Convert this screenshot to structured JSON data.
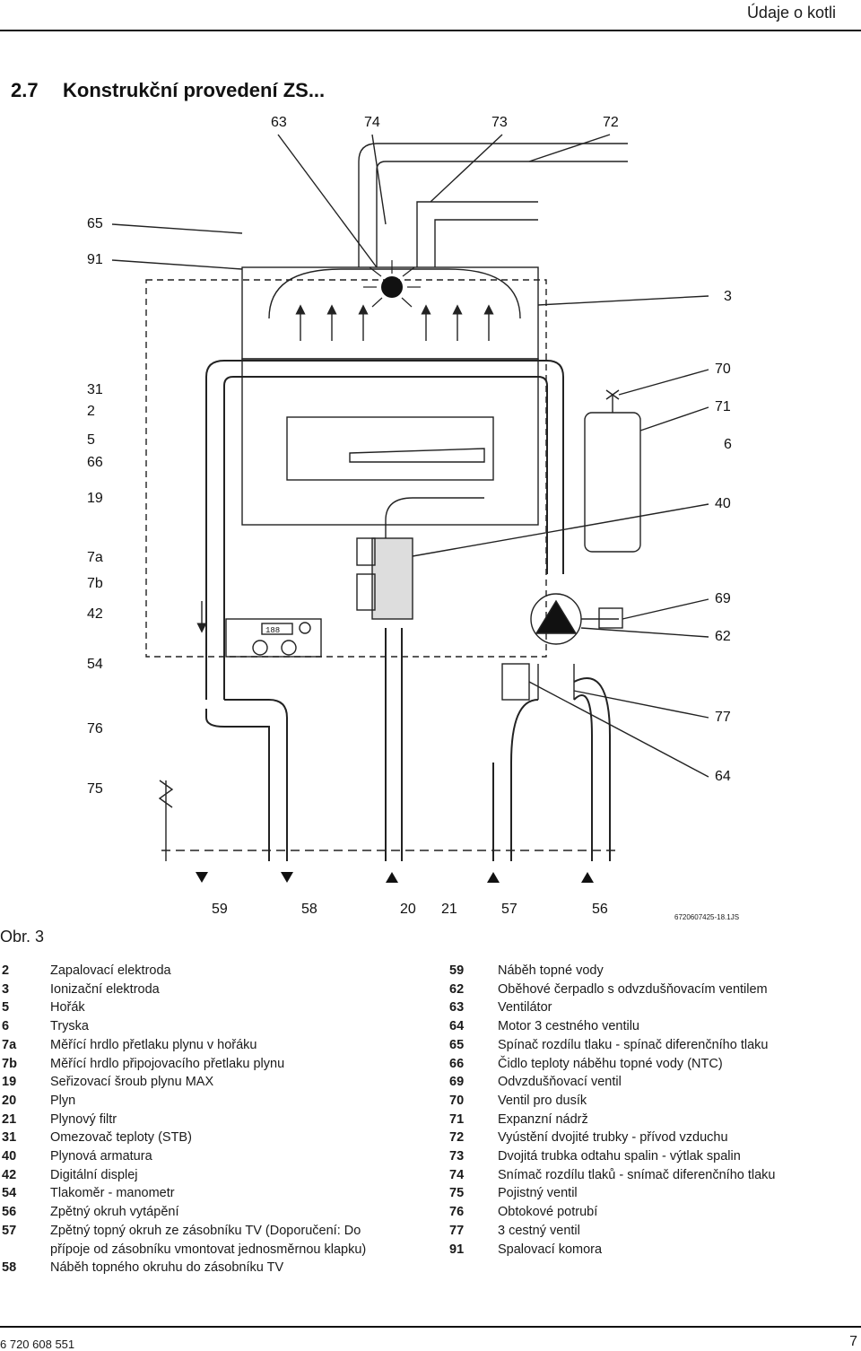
{
  "header": {
    "chapter": "Údaje o kotli"
  },
  "section": {
    "number": "2.7",
    "title": "Konstrukční provedení ZS..."
  },
  "figure": {
    "caption": "Obr. 3",
    "doc_id": "6720607425-18.1JS",
    "top_labels": [
      "63",
      "74",
      "73",
      "72"
    ],
    "left_labels": [
      "65",
      "91",
      "31",
      "2",
      "5",
      "66",
      "19",
      "7a",
      "7b",
      "42",
      "54",
      "76",
      "75"
    ],
    "right_labels": [
      "3",
      "70",
      "71",
      "6",
      "40",
      "69",
      "62",
      "77",
      "64"
    ],
    "bottom_labels": [
      "59",
      "58",
      "20",
      "21",
      "57",
      "56"
    ],
    "display_text": "188"
  },
  "legend_left": [
    {
      "num": "2",
      "text": "Zapalovací elektroda"
    },
    {
      "num": "3",
      "text": "Ionizační elektroda"
    },
    {
      "num": "5",
      "text": "Hořák"
    },
    {
      "num": "6",
      "text": "Tryska"
    },
    {
      "num": "7a",
      "text": "Měřící hrdlo přetlaku plynu v hořáku"
    },
    {
      "num": "7b",
      "text": "Měřící hrdlo připojovacího přetlaku plynu"
    },
    {
      "num": "19",
      "text": "Seřizovací šroub plynu MAX"
    },
    {
      "num": "20",
      "text": "Plyn"
    },
    {
      "num": "21",
      "text": "Plynový filtr"
    },
    {
      "num": "31",
      "text": "Omezovač teploty (STB)"
    },
    {
      "num": "40",
      "text": "Plynová armatura"
    },
    {
      "num": "42",
      "text": "Digitální displej"
    },
    {
      "num": "54",
      "text": "Tlakoměr - manometr"
    },
    {
      "num": "56",
      "text": "Zpětný okruh vytápění"
    },
    {
      "num": "57",
      "text": "Zpětný topný okruh ze zásobníku TV (Doporučení: Do\npřípoje od zásobníku vmontovat jednosměrnou klapku)"
    },
    {
      "num": "58",
      "text": "Náběh topného okruhu do zásobníku TV"
    }
  ],
  "legend_right": [
    {
      "num": "59",
      "text": "Náběh topné vody"
    },
    {
      "num": "62",
      "text": "Oběhové čerpadlo s odvzdušňovacím ventilem"
    },
    {
      "num": "63",
      "text": "Ventilátor"
    },
    {
      "num": "64",
      "text": "Motor 3 cestného ventilu"
    },
    {
      "num": "65",
      "text": "Spínač rozdílu tlaku - spínač diferenčního tlaku"
    },
    {
      "num": "66",
      "text": "Čidlo teploty náběhu topné vody (NTC)"
    },
    {
      "num": "69",
      "text": "Odvzdušňovací ventil"
    },
    {
      "num": "70",
      "text": "Ventil pro dusík"
    },
    {
      "num": "71",
      "text": "Expanzní nádrž"
    },
    {
      "num": "72",
      "text": "Vyústění dvojité trubky - přívod vzduchu"
    },
    {
      "num": "73",
      "text": "Dvojitá trubka odtahu spalin - výtlak spalin"
    },
    {
      "num": "74",
      "text": "Snímač rozdílu tlaků - snímač diferenčního tlaku"
    },
    {
      "num": "75",
      "text": "Pojistný ventil"
    },
    {
      "num": "76",
      "text": "Obtokové potrubí"
    },
    {
      "num": "77",
      "text": "3 cestný ventil"
    },
    {
      "num": "91",
      "text": "Spalovací komora"
    }
  ],
  "footer": {
    "doc_number": "6 720 608 551",
    "page": "7"
  }
}
